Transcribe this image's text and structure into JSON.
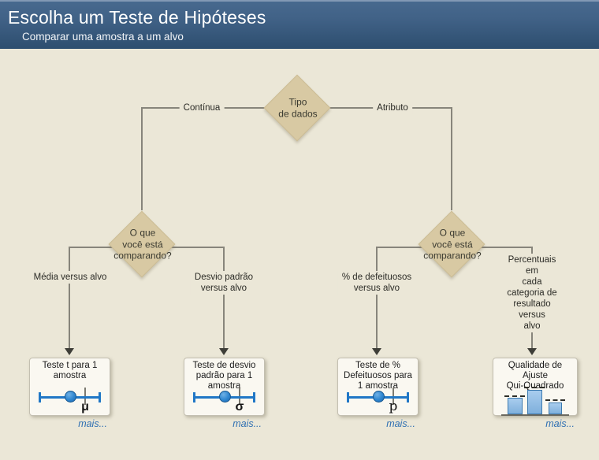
{
  "window": {
    "title": "Escolha um Teste de Hipóteses",
    "subtitle": "Comparar uma amostra a um alvo"
  },
  "flowchart": {
    "root_diamond_label": "Tipo\nde dados",
    "branch_left_label": "Contínua",
    "branch_right_label": "Atributo",
    "question_left_label": "O que\nvocê está\ncomparando?",
    "question_right_label": "O que\nvocê está\ncomparando?",
    "leaf_branch_labels": {
      "mean": "Média versus alvo",
      "stdev": "Desvio padrão\nversus alvo",
      "pct_defective": "% de defeituosos\nversus alvo",
      "categories": "Percentuais em\ncada categoria de\nresultado versus\nalvo"
    }
  },
  "tests": [
    {
      "title": "Teste t para 1\namostra",
      "symbol": "μ",
      "icon": "one-sample-interval-icon",
      "more_label": "mais..."
    },
    {
      "title": "Teste de desvio\npadrão para 1\namostra",
      "symbol": "σ",
      "icon": "one-sample-interval-icon",
      "more_label": "mais..."
    },
    {
      "title": "Teste de %\nDefeituosos para\n1 amostra",
      "symbol": "p",
      "icon": "one-sample-interval-icon",
      "more_label": "mais..."
    },
    {
      "title": "Qualidade de\nAjuste\nQui-Quadrado",
      "symbol": "",
      "icon": "chi-square-bars-icon",
      "more_label": "mais..."
    }
  ],
  "colors": {
    "header_gradient_top": "#44668B",
    "header_gradient_bottom": "#2D4E6F",
    "header_top_strip": "#8299B5",
    "canvas_background": "#EBE7D7",
    "diamond_fill": "#D8C9A3",
    "connector_line": "#87857B",
    "accent_blue": "#2077C6",
    "link_blue": "#2E6FB2"
  }
}
